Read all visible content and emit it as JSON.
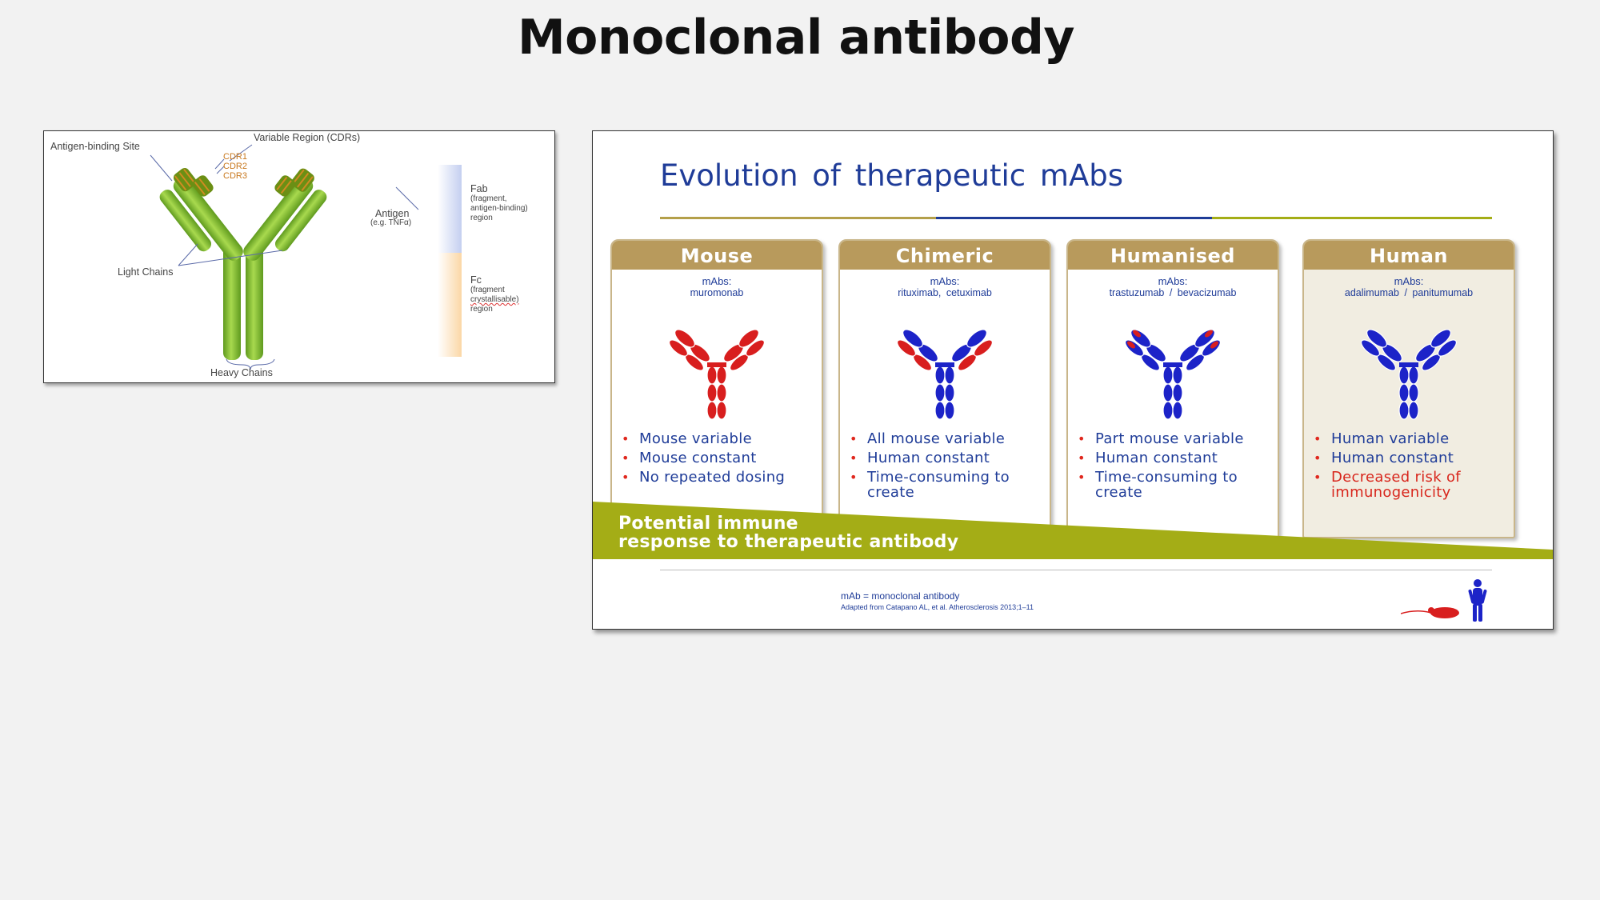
{
  "slide": {
    "title": "Monoclonal antibody"
  },
  "left_figure": {
    "antigen_binding_site": "Antigen-binding Site",
    "variable_region": "Variable Region (CDRs)",
    "cdrs": [
      "CDR1",
      "CDR2",
      "CDR3"
    ],
    "antigen": "Antigen",
    "antigen_example": "(e.g. TNFα)",
    "light_chains": "Light Chains",
    "heavy_chains": "Heavy Chains",
    "fab_title": "Fab",
    "fab_desc": [
      "(fragment,",
      "antigen-binding)",
      "region"
    ],
    "fc_title": "Fc",
    "fc_desc": [
      "(fragment",
      "crystallisable)",
      "region"
    ],
    "colors": {
      "chain_green": "#8cc63f",
      "cdr_orange": "#c8781e",
      "fab_band": "#c9d3f0",
      "fc_band": "#fbdcb2"
    }
  },
  "right_figure": {
    "title": "Evolution  of therapeutic  mAbs",
    "panels": [
      {
        "name": "Mouse",
        "caption": "mAbs:",
        "examples": "muromonab",
        "scheme": "mouse",
        "bullets": [
          {
            "text": "Mouse variable"
          },
          {
            "text": "Mouse constant"
          },
          {
            "text": "No repeated dosing"
          }
        ]
      },
      {
        "name": "Chimeric",
        "caption": "mAbs:",
        "examples": "rituximab,  cetuximab",
        "scheme": "chimeric",
        "bullets": [
          {
            "text": "All  mouse variable"
          },
          {
            "text": "Human constant"
          },
          {
            "text": "Time-consuming to create"
          }
        ]
      },
      {
        "name": "Humanised",
        "caption": "mAbs:",
        "examples": "trastuzumab   / bevacizumab",
        "scheme": "humanised",
        "bullets": [
          {
            "text": "Part mouse variable"
          },
          {
            "text": "Human constant"
          },
          {
            "text": "Time-consuming to create"
          }
        ]
      },
      {
        "name": "Human",
        "caption": "mAbs:",
        "examples": "adalimumab   / panitumumab",
        "scheme": "human",
        "bullets": [
          {
            "text": "Human variable"
          },
          {
            "text": "Human constant"
          },
          {
            "text": "Decreased risk of immunogenicity",
            "highlight": true
          }
        ]
      }
    ],
    "immune_line1": "Potential immune",
    "immune_line2": "response to therapeutic antibody",
    "footnote": "mAb = monoclonal antibody",
    "citation": "Adapted from Catapano AL, et al. Atherosclerosis 2013;1–11",
    "colors": {
      "mouse_red": "#d81e1e",
      "human_blue": "#1c23c8",
      "header_tan": "#b89a5c",
      "immune_green": "#a4ad16",
      "title_blue": "#1f3c98"
    }
  }
}
